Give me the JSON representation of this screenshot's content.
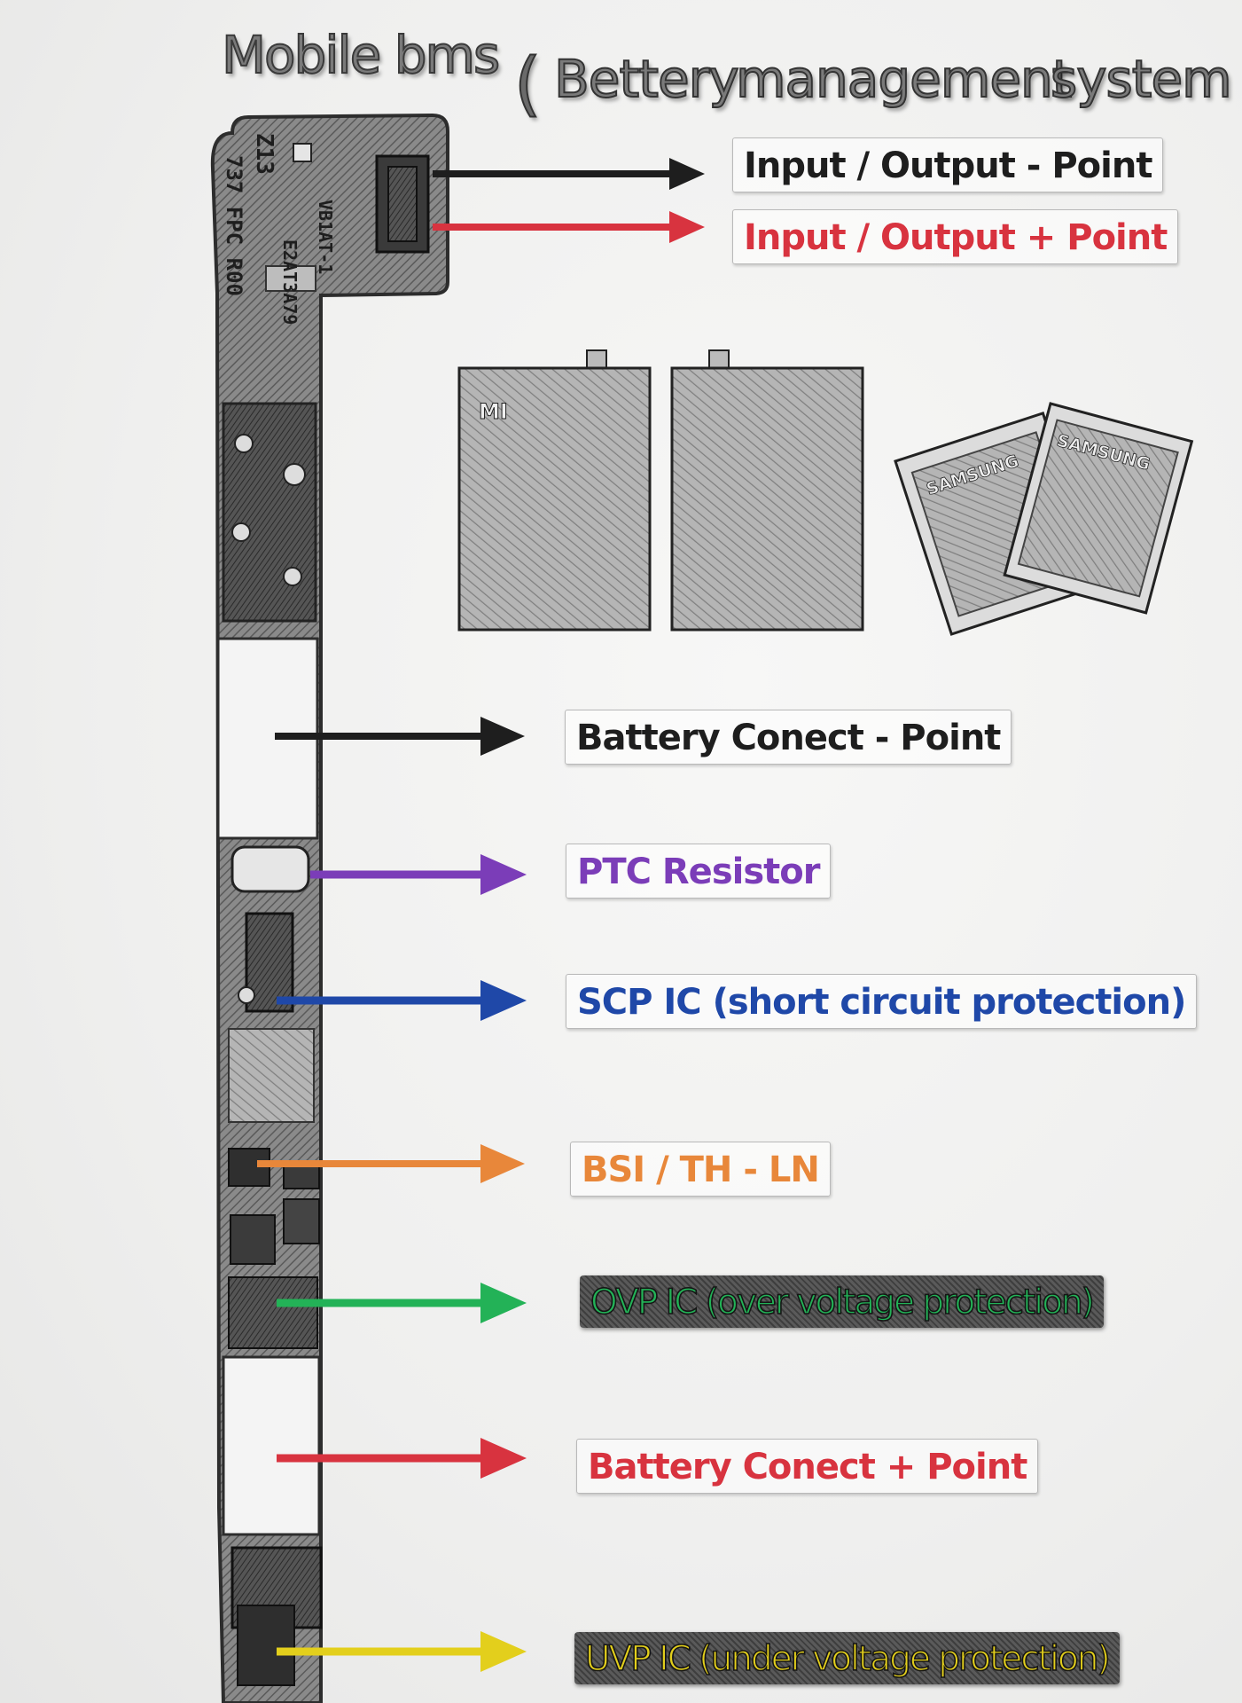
{
  "title": {
    "main": "Mobile bms",
    "paren": "(",
    "word1": "Bettery",
    "word2": "management",
    "word3": "system"
  },
  "board_text": {
    "model": "Z13",
    "fpc": "737 FPC R00",
    "code1": "VB1AT-1",
    "code2": "E2AT3A79"
  },
  "labels": {
    "io_minus": "Input / Output - Point",
    "io_plus": "Input / Output + Point",
    "batt_minus": "Battery Conect - Point",
    "ptc": "PTC Resistor",
    "scp": "SCP IC (short circuit protection)",
    "bsi": "BSI / TH - LN",
    "ovp": "OVP IC (over voltage protection)",
    "batt_plus": "Battery Conect + Point",
    "uvp": "UVP IC (under voltage protection)"
  },
  "battery_text": {
    "mi": "MI",
    "samsung1": "SAMSUNG",
    "samsung2": "SAMSUNG"
  },
  "colors": {
    "black": "#1e1e1e",
    "red": "#d8333f",
    "purple": "#7b3db8",
    "blue": "#1f48a8",
    "orange": "#e8873a",
    "green": "#23b257",
    "yellow": "#e3cf1c"
  }
}
